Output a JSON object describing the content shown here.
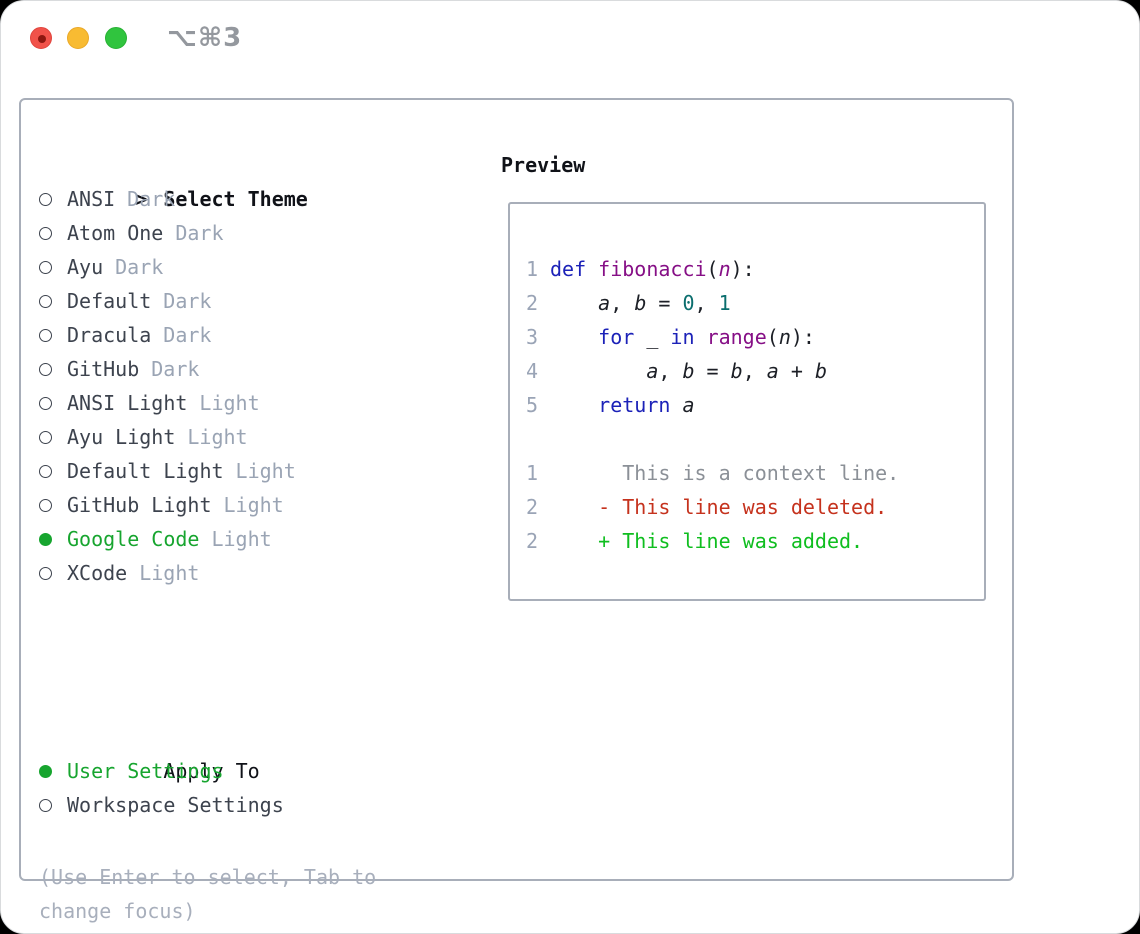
{
  "window": {
    "title": "⌥⌘3",
    "traffic_lights": [
      "close",
      "minimize",
      "zoom"
    ]
  },
  "panel": {
    "list_header": {
      "prefix": ">",
      "label": "Select Theme"
    },
    "themes": [
      {
        "name": "ANSI",
        "tag": "Dark",
        "selected": false
      },
      {
        "name": "Atom One",
        "tag": "Dark",
        "selected": false
      },
      {
        "name": "Ayu",
        "tag": "Dark",
        "selected": false
      },
      {
        "name": "Default",
        "tag": "Dark",
        "selected": false
      },
      {
        "name": "Dracula",
        "tag": "Dark",
        "selected": false
      },
      {
        "name": "GitHub",
        "tag": "Dark",
        "selected": false
      },
      {
        "name": "ANSI Light",
        "tag": "Light",
        "selected": false
      },
      {
        "name": "Ayu Light",
        "tag": "Light",
        "selected": false
      },
      {
        "name": "Default Light",
        "tag": "Light",
        "selected": false
      },
      {
        "name": "GitHub Light",
        "tag": "Light",
        "selected": false
      },
      {
        "name": "Google Code",
        "tag": "Light",
        "selected": true
      },
      {
        "name": "XCode",
        "tag": "Light",
        "selected": false
      }
    ],
    "apply_to": {
      "label": "Apply To",
      "options": [
        {
          "name": "User Settings",
          "selected": true
        },
        {
          "name": "Workspace Settings",
          "selected": false
        }
      ]
    },
    "help_lines": [
      "(Use Enter to select, Tab to",
      "change focus)"
    ]
  },
  "preview": {
    "title": "Preview",
    "code_lines": [
      {
        "num": "1",
        "tokens": [
          [
            "kw",
            "def"
          ],
          [
            "pl",
            " "
          ],
          [
            "fn",
            "fibonacci"
          ],
          [
            "pl",
            "("
          ],
          [
            "fn it",
            "n"
          ],
          [
            "pl",
            "):"
          ]
        ]
      },
      {
        "num": "2",
        "tokens": [
          [
            "pl",
            "    "
          ],
          [
            "var",
            "a"
          ],
          [
            "pl",
            ", "
          ],
          [
            "var",
            "b"
          ],
          [
            "pl",
            " = "
          ],
          [
            "lit",
            "0"
          ],
          [
            "pl",
            ", "
          ],
          [
            "lit",
            "1"
          ]
        ]
      },
      {
        "num": "3",
        "tokens": [
          [
            "pl",
            "    "
          ],
          [
            "kw",
            "for"
          ],
          [
            "pl",
            " _ "
          ],
          [
            "kw",
            "in"
          ],
          [
            "pl",
            " "
          ],
          [
            "fn",
            "range"
          ],
          [
            "pl",
            "("
          ],
          [
            "var",
            "n"
          ],
          [
            "pl",
            "):"
          ]
        ]
      },
      {
        "num": "4",
        "tokens": [
          [
            "pl",
            "        "
          ],
          [
            "var",
            "a"
          ],
          [
            "pl",
            ", "
          ],
          [
            "var",
            "b"
          ],
          [
            "pl",
            " = "
          ],
          [
            "var",
            "b"
          ],
          [
            "pl",
            ", "
          ],
          [
            "var",
            "a"
          ],
          [
            "pl",
            " + "
          ],
          [
            "var",
            "b"
          ]
        ]
      },
      {
        "num": "5",
        "tokens": [
          [
            "pl",
            "    "
          ],
          [
            "kw",
            "return"
          ],
          [
            "pl",
            " "
          ],
          [
            "var",
            "a"
          ]
        ]
      },
      {
        "num": "",
        "tokens": []
      },
      {
        "num": "1",
        "tokens": [
          [
            "ctx",
            "      This is a context line."
          ]
        ]
      },
      {
        "num": "2",
        "tokens": [
          [
            "del",
            "    - This line was deleted."
          ]
        ]
      },
      {
        "num": "2",
        "tokens": [
          [
            "add",
            "    + This line was added."
          ]
        ]
      }
    ]
  },
  "colors": {
    "selected_green": "#17a52f",
    "added_green": "#0fbe1f",
    "deleted_red": "#c5321d",
    "keyword_blue": "#1c22b8",
    "function_purple": "#860f86",
    "literal_teal": "#0b6e6e",
    "muted_gray": "#9aa4b4",
    "border_gray": "#a8aeb9"
  }
}
